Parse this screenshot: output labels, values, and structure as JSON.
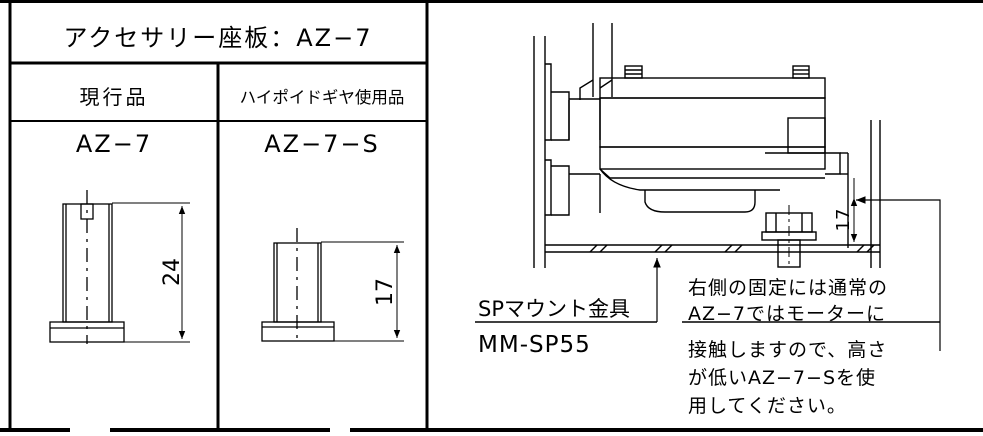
{
  "title": "アクセサリー座板：AZ−7",
  "columns": [
    {
      "header": "現行品",
      "model": "AZ−7",
      "dimension": "24"
    },
    {
      "header": "ハイポイドギヤ使用品",
      "model": "AZ−7−S",
      "dimension": "17"
    }
  ],
  "assembly": {
    "dimension": "17",
    "part_label": "SPマウント金具",
    "part_model": "MM-SP55",
    "note_line1": "右側の固定には通常の",
    "note_line2": "AZ−7ではモーターに",
    "note_line3": "接触しますので、高さ",
    "note_line4": "が低いAZ−7−Sを使",
    "note_line5": "用してください。"
  }
}
